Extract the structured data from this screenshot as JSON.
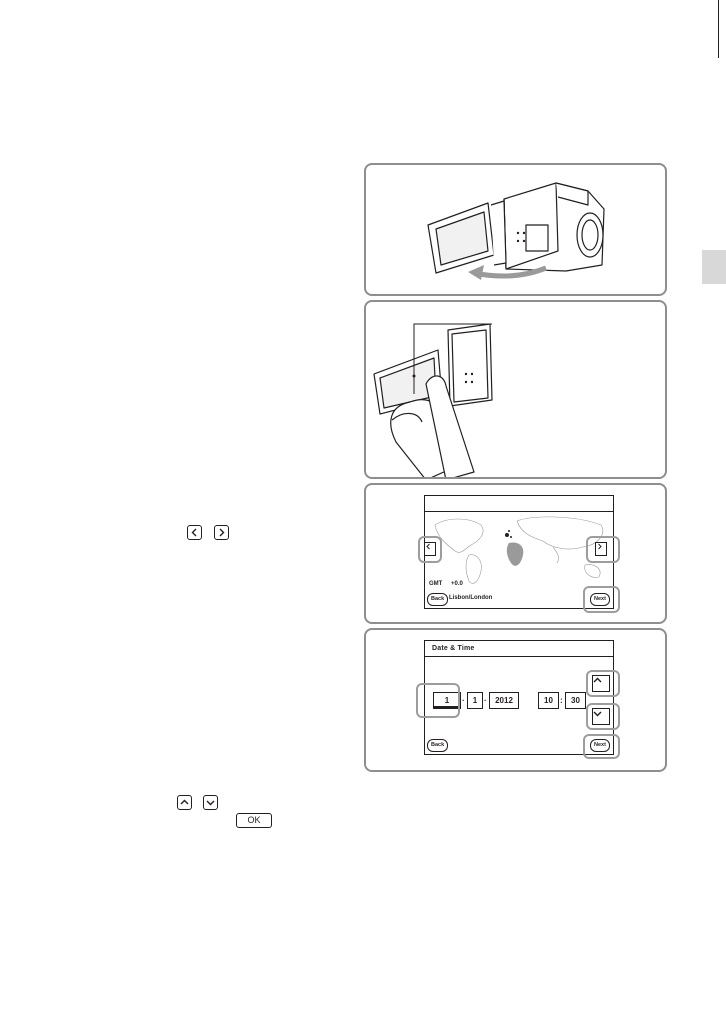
{
  "map_screen": {
    "gmt_label": "GMT",
    "gmt_offset": "+0.0",
    "back_label": "Back",
    "location": "Lisbon/London",
    "next_label": "Next"
  },
  "date_screen": {
    "title": "Date & Time",
    "fields": [
      "1",
      "1",
      "2012",
      "10",
      "30"
    ],
    "back_label": "Back",
    "next_label": "Next"
  },
  "instructions": {
    "ok_label": "OK"
  }
}
